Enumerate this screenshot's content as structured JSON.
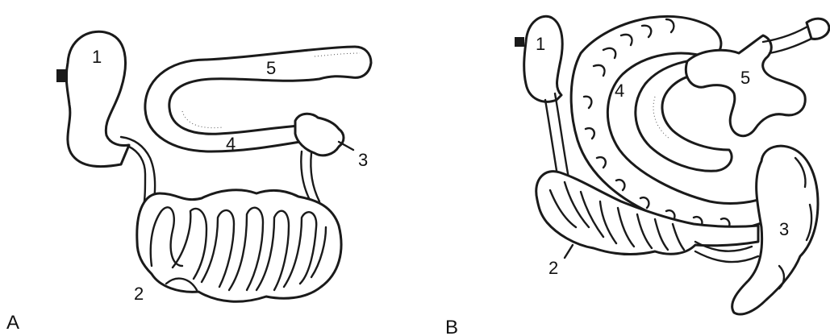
{
  "panel_a": {
    "letter": "A",
    "labels": {
      "n1": "1",
      "n2": "2",
      "n3": "3",
      "n4": "4",
      "n5": "5"
    }
  },
  "panel_b": {
    "letter": "B",
    "labels": {
      "n1": "1",
      "n2": "2",
      "n3": "3",
      "n4": "4",
      "n5": "5"
    }
  }
}
